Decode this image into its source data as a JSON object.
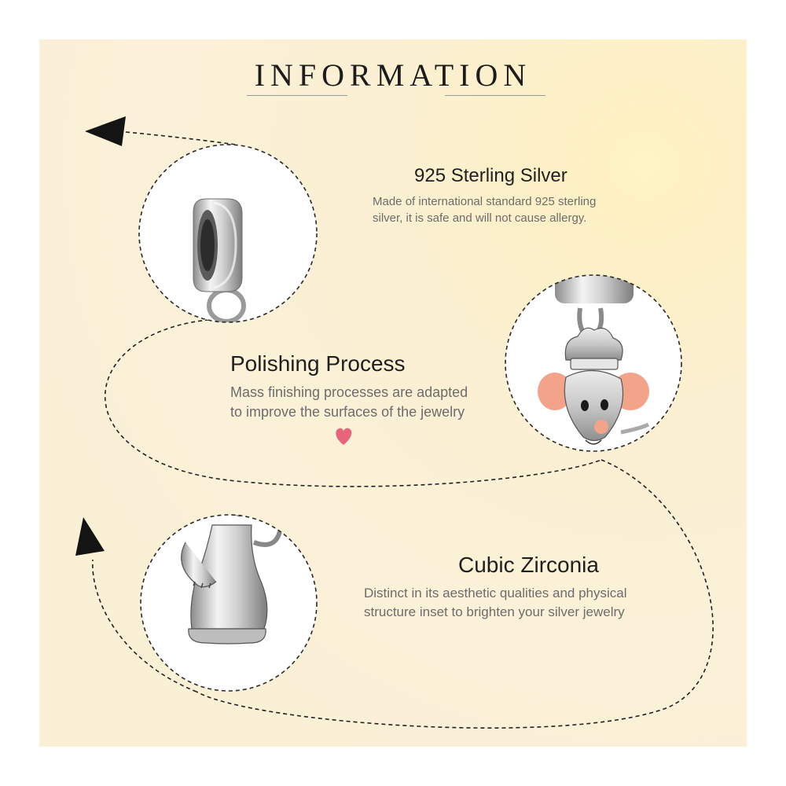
{
  "title": "INFORMATION",
  "features": [
    {
      "heading": "925 Sterling Silver",
      "description": "Made of international standard 925 sterling silver, it is safe and will not cause allergy."
    },
    {
      "heading": "Polishing Process",
      "description": "Mass finishing processes are adapted to improve the surfaces of the jewelry"
    },
    {
      "heading": "Cubic Zirconia",
      "description": "Distinct in its aesthetic qualities and physical structure inset to brighten your silver jewelry"
    }
  ],
  "colors": {
    "background": "#faf1d8",
    "heart": "#e8647a",
    "ear": "#f3a38a",
    "silver": "#d9d9d9"
  },
  "icons": [
    "arrow-head-icon",
    "heart-icon",
    "spacer-charm-image",
    "chef-mouse-charm-image",
    "mouse-body-charm-image"
  ]
}
